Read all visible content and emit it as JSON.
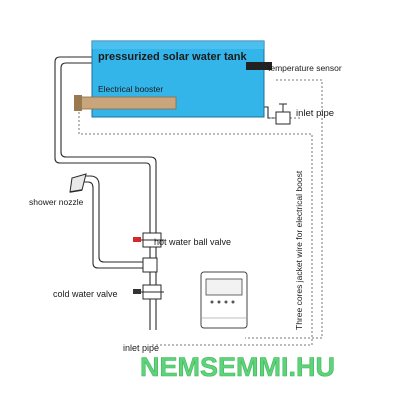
{
  "tank": {
    "title": "pressurized  solar water tank",
    "booster_label": "Electrical booster",
    "fill_color": "#33b5ea"
  },
  "labels": {
    "temperature_sensor": "temperature sensor",
    "inlet_pipe_right": "inlet pipe",
    "shower_nozzle": "shower nozzle",
    "hot_water_ball_valve": "hot water ball valve",
    "cold_water_valve": "cold water valve",
    "inlet_pipe_bottom": "inlet pipe",
    "jacket_wire": "Three cores jacket wire for electrical boost"
  },
  "watermark": {
    "text": "NEMSEMMI.HU",
    "color": "#5fd27a"
  },
  "icons": {
    "controller": "controller-icon",
    "shower": "shower-nozzle-icon",
    "valve": "valve-icon",
    "sensor": "temperature-sensor-icon"
  }
}
